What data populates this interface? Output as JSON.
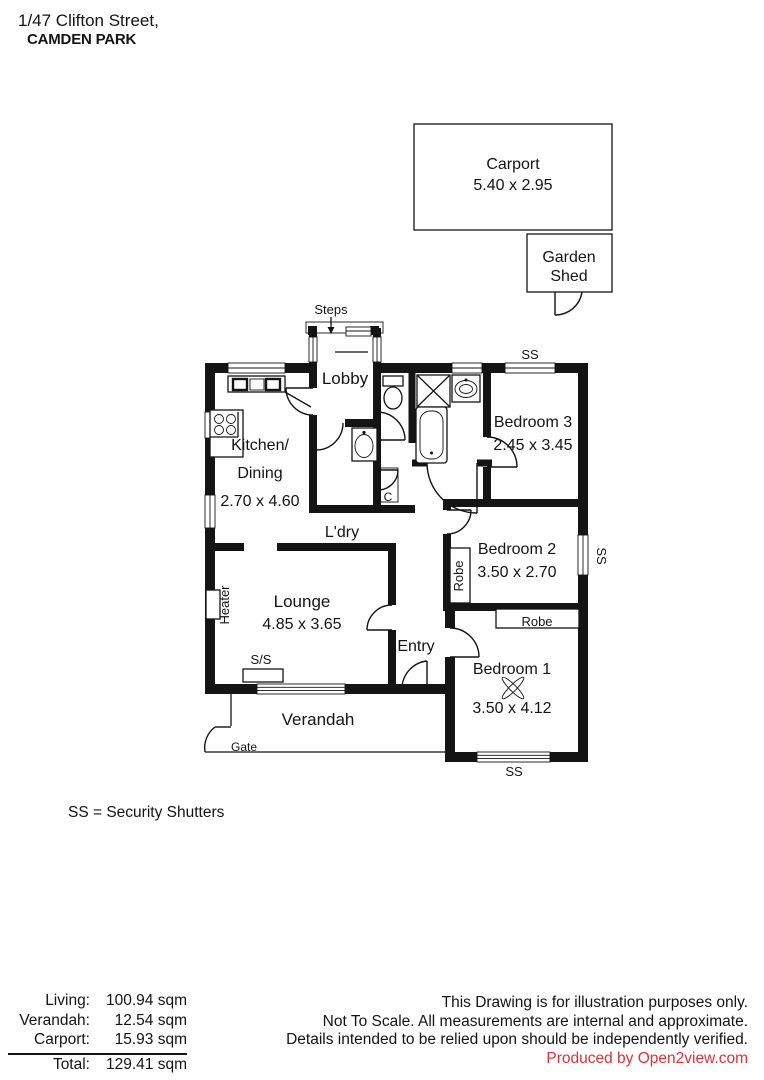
{
  "header": {
    "address_line1": "1/47 Clifton Street,",
    "address_line2": "CAMDEN PARK"
  },
  "plan": {
    "outbuildings": {
      "carport_name": "Carport",
      "carport_dimensions": "5.40 x 2.95",
      "garden_shed_line1": "Garden",
      "garden_shed_line2": "Shed"
    },
    "rooms": {
      "lobby": "Lobby",
      "kitchen_line1": "Kitchen/",
      "kitchen_line2": "Dining",
      "kitchen_dimensions": "2.70 x 4.60",
      "laundry": "L'dry",
      "bedroom3_name": "Bedroom 3",
      "bedroom3_dimensions": "2.45 x 3.45",
      "bedroom2_name": "Bedroom 2",
      "bedroom2_dimensions": "3.50 x 2.70",
      "bedroom1_name": "Bedroom 1",
      "bedroom1_dimensions": "3.50 x 4.12",
      "lounge_name": "Lounge",
      "lounge_dimensions": "4.85 x 3.65",
      "entry": "Entry",
      "verandah": "Verandah"
    },
    "labels": {
      "steps": "Steps",
      "gate": "Gate",
      "heater": "Heater",
      "cupboard": "C",
      "robe_bedroom2": "Robe",
      "robe_bedroom1": "Robe",
      "ss_top": "SS",
      "ss_right": "SS",
      "ss_bottom": "SS",
      "security_screen": "S/S"
    }
  },
  "legend": {
    "text": "SS = Security Shutters"
  },
  "areas": {
    "rows": [
      {
        "label": "Living:",
        "value": "100.94 sqm"
      },
      {
        "label": "Verandah:",
        "value": "12.54 sqm"
      },
      {
        "label": "Carport:",
        "value": "15.93 sqm"
      }
    ],
    "total": {
      "label": "Total:",
      "value": "129.41 sqm"
    }
  },
  "disclaimer": {
    "line1": "This Drawing is for illustration purposes only.",
    "line2": "Not To Scale. All measurements are internal and approximate.",
    "line3": "Details intended to be relied upon should be independently verified.",
    "credit": "Produced by Open2view.com",
    "credit_color": "#d6343c"
  }
}
